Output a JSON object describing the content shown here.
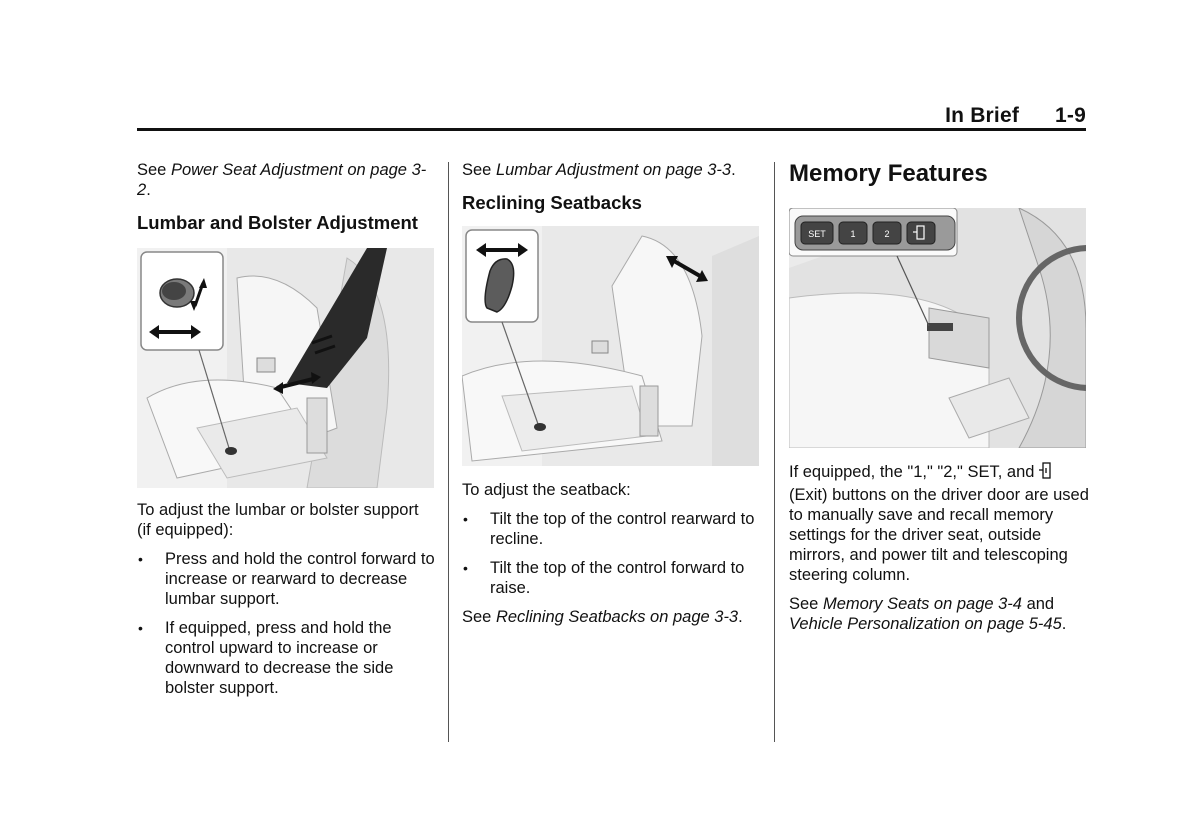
{
  "header": {
    "section": "In Brief",
    "page": "1-9"
  },
  "col1": {
    "see_prefix": "See ",
    "see_link": "Power Seat Adjustment on page 3-2",
    "see_suffix": ".",
    "heading": "Lumbar and Bolster Adjustment",
    "intro": "To adjust the lumbar or bolster support (if equipped):",
    "bullets": [
      "Press and hold the control forward to increase or rearward to decrease lumbar support.",
      "If equipped, press and hold the control upward to increase or downward to decrease the side bolster support."
    ]
  },
  "col2": {
    "see_prefix": "See ",
    "see_link": "Lumbar Adjustment on page 3-3",
    "see_suffix": ".",
    "heading": "Reclining Seatbacks",
    "intro": "To adjust the seatback:",
    "bullets": [
      "Tilt the top of the control rearward to recline.",
      "Tilt the top of the control forward to raise."
    ],
    "see2_prefix": "See ",
    "see2_link": "Reclining Seatbacks on page 3-3",
    "see2_suffix": "."
  },
  "col3": {
    "heading": "Memory Features",
    "buttons": [
      "SET",
      "1",
      "2"
    ],
    "para_before_icon": "If equipped, the \"1,\" \"2,\" SET, and ",
    "para_after_icon": " (Exit) buttons on the driver door are used to manually save and recall memory settings for the driver seat, outside mirrors, and power tilt and telescoping steering column.",
    "see_prefix": "See ",
    "see_link1": "Memory Seats on page 3-4",
    "see_and": " and ",
    "see_link2": "Vehicle Personalization on page 5-45",
    "see_suffix": "."
  }
}
